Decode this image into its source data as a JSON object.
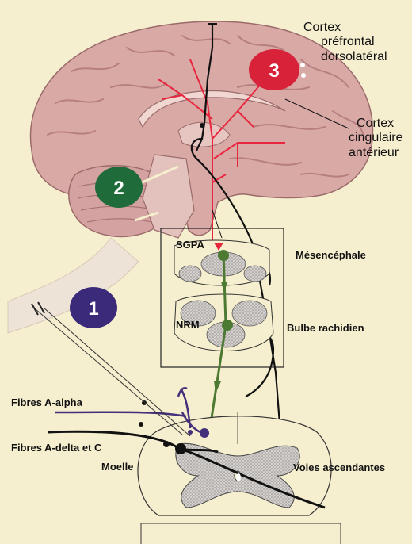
{
  "labels": {
    "cortex_prefrontal": [
      "Cortex",
      "préfrontal",
      "dorsolatéral"
    ],
    "cortex_cingulaire": [
      "Cortex",
      "cingulaire",
      "antérieur"
    ],
    "sgpa": "SGPA",
    "nrm": "NRM",
    "mesencephale": "Mésencéphale",
    "bulbe": "Bulbe rachidien",
    "fibres_alpha": "Fibres A-alpha",
    "fibres_delta": "Fibres A-delta et C",
    "moelle": "Moelle",
    "voies": "Voies ascendantes"
  },
  "badges": [
    {
      "number": "1",
      "color": "#3b2a7a"
    },
    {
      "number": "2",
      "color": "#1f6b3a"
    },
    {
      "number": "3",
      "color": "#d8223a"
    }
  ],
  "colors": {
    "brain": "#d9a9a6",
    "brain_fold": "#b77f80",
    "red_pathway": "#e8263e",
    "green_pathway": "#4d7a33",
    "purple_fiber": "#43307a",
    "black_fiber": "#111111",
    "grey_matter": "#c7c3c0"
  }
}
